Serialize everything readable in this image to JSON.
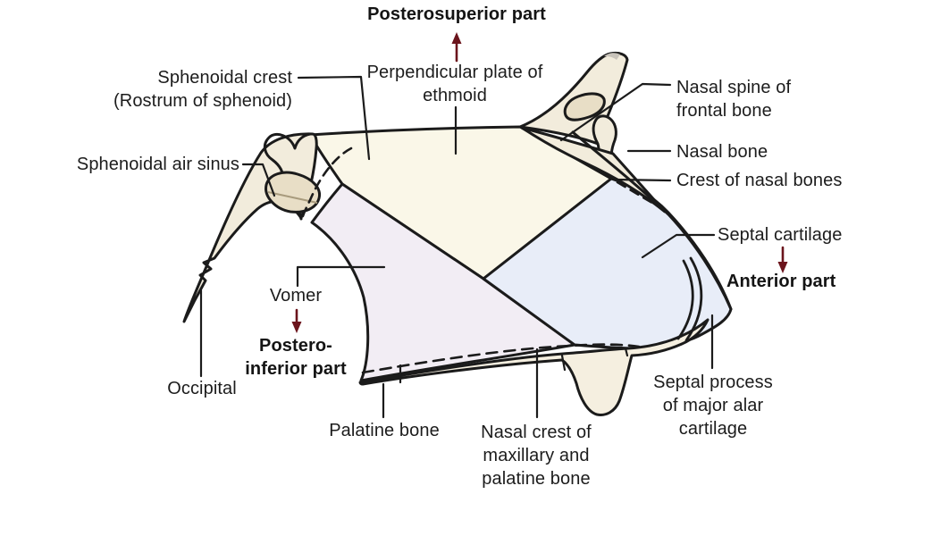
{
  "title": "Nasal septum - bones and cartilage (labelled diagram)",
  "colors": {
    "background": "#ffffff",
    "outline": "#1b1b1b",
    "text": "#1c1c1c",
    "arrow": "#6b141c",
    "bone": "#f2ecdc",
    "sinus": "#e8dec6",
    "sinus_chord": "#a89b7d",
    "cut_surface": "#c8c3ba",
    "ethmoid_plate": "#faf7e8",
    "septal_cartilage": "#e8edf8",
    "vomer": "#f2edf4",
    "crest_strip": "#f5efe0"
  },
  "labels": {
    "posterosuperior_part": "Posterosuperior part",
    "perpendicular_plate": "Perpendicular plate of\nethmoid",
    "sphenoidal_crest": "Sphenoidal crest\n(Rostrum of sphenoid)",
    "sphenoidal_air_sinus": "Sphenoidal air sinus",
    "nasal_spine_frontal": "Nasal spine of\nfrontal bone",
    "nasal_bone": "Nasal bone",
    "crest_of_nasal_bones": "Crest of nasal bones",
    "septal_cartilage": "Septal cartilage",
    "anterior_part": "Anterior part",
    "septal_process": "Septal process\nof major alar\ncartilage",
    "palatine_bone": "Palatine bone",
    "nasal_crest": "Nasal crest of\nmaxillary and\npalatine bone",
    "vomer": "Vomer",
    "postero_inferior_part": "Postero-\ninferior part",
    "occipital": "Occipital"
  }
}
